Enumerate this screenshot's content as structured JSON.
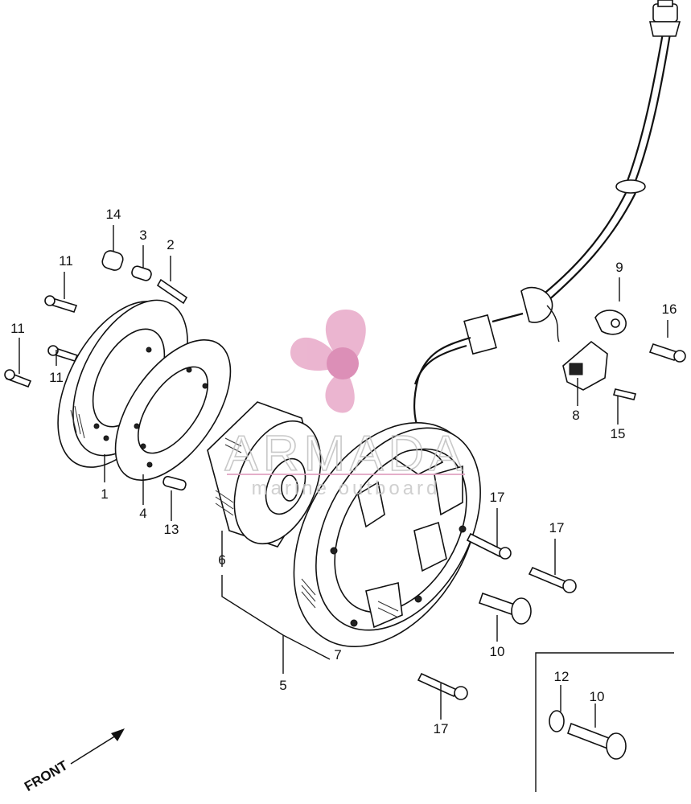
{
  "diagram": {
    "labels": {
      "l1": "1",
      "l2": "2",
      "l3": "3",
      "l4": "4",
      "l5": "5",
      "l6": "6",
      "l7": "7",
      "l8": "8",
      "l9": "9",
      "l10a": "10",
      "l10b": "10",
      "l11a": "11",
      "l11b": "11",
      "l11c": "11",
      "l12": "12",
      "l13": "13",
      "l14": "14",
      "l15": "15",
      "l16": "16",
      "l17a": "17",
      "l17b": "17",
      "l17c": "17"
    },
    "front_label": "FRONT"
  },
  "watermark": {
    "title": "ARMADA",
    "subtitle": "marine outboard",
    "colors": {
      "logo": "#e8a9c8",
      "logo_center": "#d67cab",
      "text": "#c8c8c8",
      "underline": "#e0a0c0"
    }
  }
}
